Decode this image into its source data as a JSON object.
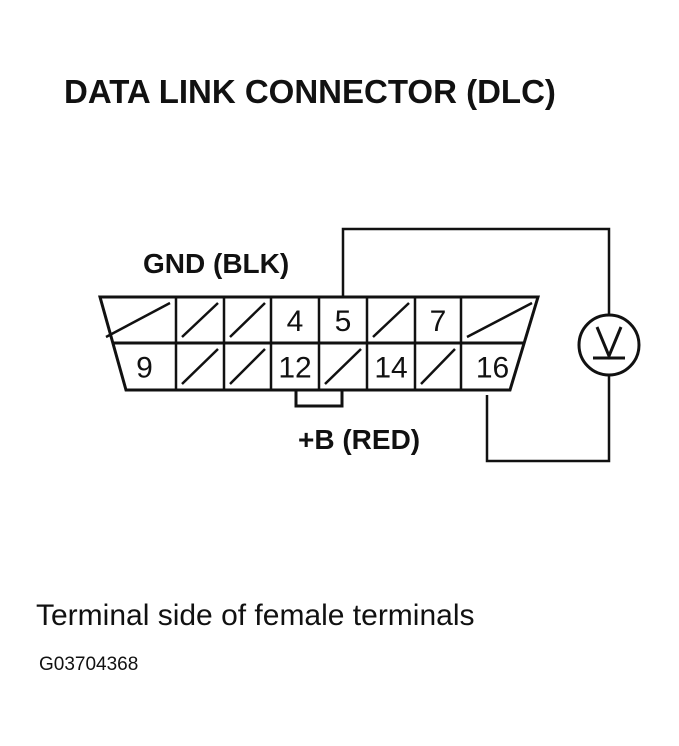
{
  "title": "DATA LINK CONNECTOR (DLC)",
  "labels": {
    "ground": "GND (BLK)",
    "battery": "+B (RED)"
  },
  "connector": {
    "top_row": [
      {
        "pin": "1",
        "label": "",
        "hatched": true
      },
      {
        "pin": "2",
        "label": "",
        "hatched": true
      },
      {
        "pin": "3",
        "label": "",
        "hatched": true
      },
      {
        "pin": "4",
        "label": "4",
        "hatched": false
      },
      {
        "pin": "5",
        "label": "5",
        "hatched": false
      },
      {
        "pin": "6",
        "label": "",
        "hatched": true
      },
      {
        "pin": "7",
        "label": "7",
        "hatched": false
      },
      {
        "pin": "8",
        "label": "",
        "hatched": true
      }
    ],
    "bottom_row": [
      {
        "pin": "9",
        "label": "9",
        "hatched": false
      },
      {
        "pin": "10",
        "label": "",
        "hatched": true
      },
      {
        "pin": "11",
        "label": "",
        "hatched": true
      },
      {
        "pin": "12",
        "label": "12",
        "hatched": false
      },
      {
        "pin": "13",
        "label": "",
        "hatched": true
      },
      {
        "pin": "14",
        "label": "14",
        "hatched": false
      },
      {
        "pin": "15",
        "label": "",
        "hatched": true
      },
      {
        "pin": "16",
        "label": "16",
        "hatched": false
      }
    ]
  },
  "meter": {
    "icon": "voltmeter-icon",
    "symbol": "V"
  },
  "caption": "Terminal side of female terminals",
  "figure_id": "G03704368"
}
